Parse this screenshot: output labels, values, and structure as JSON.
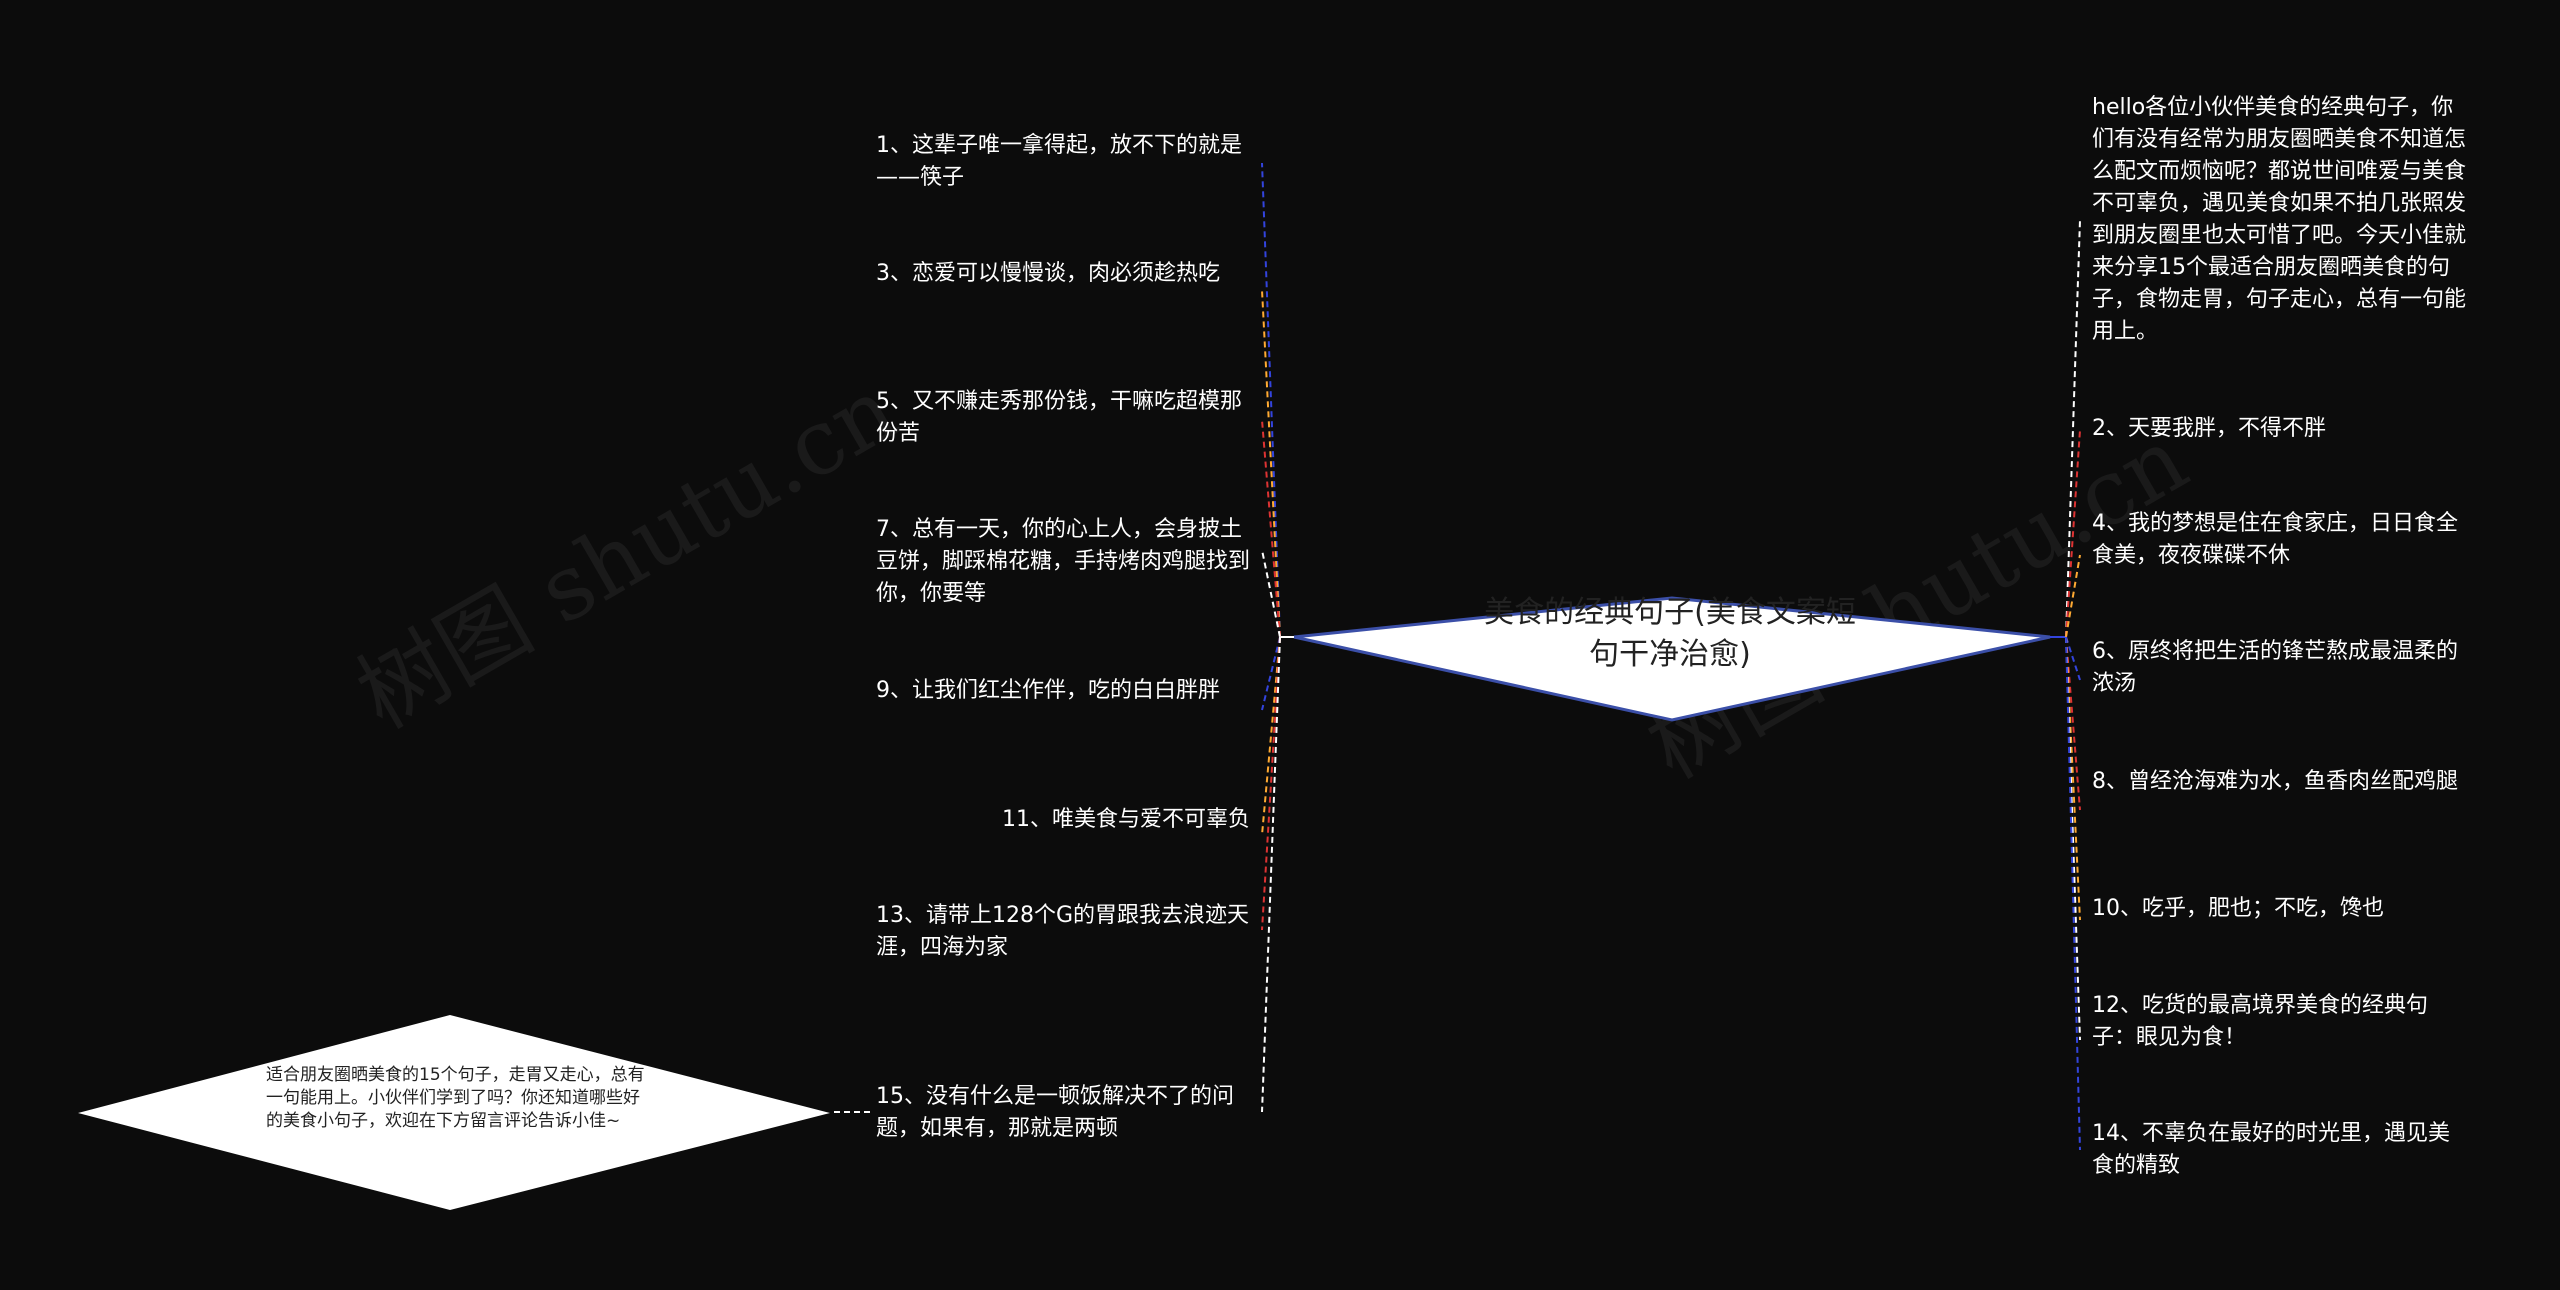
{
  "root": {
    "label": "美食的经典句子(美食文案短句干净治愈)"
  },
  "intro": {
    "text": "hello各位小伙伴美食的经典句子，你们有没有经常为朋友圈晒美食不知道怎么配文而烦恼呢？都说世间唯爱与美食不可辜负，遇见美食如果不拍几张照发到朋友圈里也太可惜了吧。今天小佳就来分享15个最适合朋友圈晒美食的句子，食物走胃，句子走心，总有一句能用上。"
  },
  "right_items": [
    {
      "text": "2、天要我胖，不得不胖"
    },
    {
      "text": "4、我的梦想是住在食家庄，日日食全食美，夜夜碟碟不休"
    },
    {
      "text": "6、原终将把生活的锋芒熬成最温柔的浓汤"
    },
    {
      "text": "8、曾经沧海难为水，鱼香肉丝配鸡腿"
    },
    {
      "text": "10、吃乎，肥也；不吃，馋也"
    },
    {
      "text": "12、吃货的最高境界美食的经典句子：眼见为食！"
    },
    {
      "text": "14、不辜负在最好的时光里，遇见美食的精致"
    }
  ],
  "left_items": [
    {
      "text": "1、这辈子唯一拿得起，放不下的就是——筷子"
    },
    {
      "text": "3、恋爱可以慢慢谈，肉必须趁热吃"
    },
    {
      "text": "5、又不赚走秀那份钱，干嘛吃超模那份苦"
    },
    {
      "text": "7、总有一天，你的心上人，会身披土豆饼，脚踩棉花糖，手持烤肉鸡腿找到你，你要等"
    },
    {
      "text": "9、让我们红尘作伴，吃的白白胖胖"
    },
    {
      "text": "11、唯美食与爱不可辜负"
    },
    {
      "text": "13、请带上128个G的胃跟我去浪迹天涯，四海为家"
    },
    {
      "text": "15、没有什么是一顿饭解决不了的问题，如果有，那就是两顿"
    }
  ],
  "summary": {
    "text": "适合朋友圈晒美食的15个句子，走胃又走心，总有一句能用上。小伙伴们学到了吗？你还知道哪些好的美食小句子，欢迎在下方留言评论告诉小佳~"
  },
  "watermarks": [
    "树图 shutu.cn",
    "树图 shutu.cn"
  ],
  "colors": {
    "background": "#0c0c0c",
    "node_fill": "#ffffff",
    "root_border": "#3b4fa8",
    "link_colors": [
      "#3344dd",
      "#dd3333",
      "#ffaa33",
      "#ffffff"
    ]
  }
}
